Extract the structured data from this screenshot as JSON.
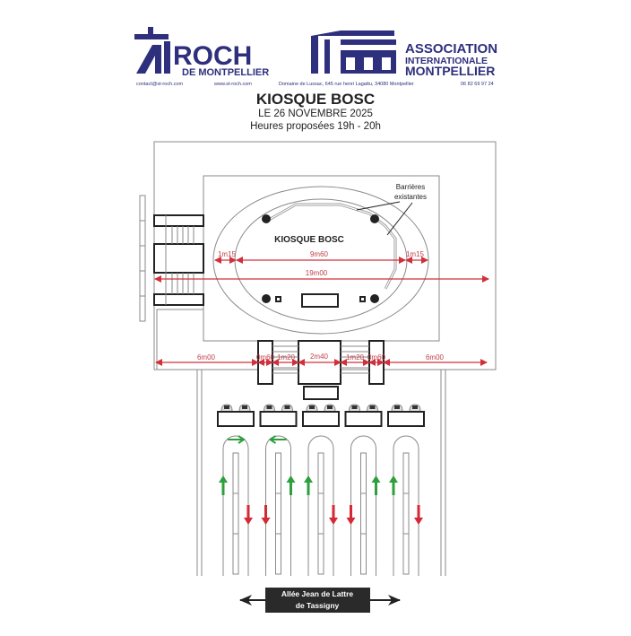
{
  "header": {
    "logo_left": {
      "line1": "ROCH",
      "line2": "DE MONTPELLIER",
      "monogram": "St"
    },
    "logo_right": {
      "line1": "ASSOCIATION",
      "line2": "INTERNATIONALE",
      "line3": "MONTPELLIER"
    },
    "contact": {
      "email": "contact@st-roch.com",
      "website": "www.st-roch.com",
      "address": "Domaine de Lussac, 645 rue henri Lagattu, 34080 Montpellier",
      "phone": "06 82 69 97 24"
    },
    "brand_color": "#2e2f7d"
  },
  "title": {
    "main": "KIOSQUE BOSC",
    "date": "LE 26 NOVEMBRE 2025",
    "hours": "Heures proposées 19h - 20h"
  },
  "plan": {
    "kiosque_label": "KIOSQUE BOSC",
    "barriers_label_1": "Barrières",
    "barriers_label_2": "existantes",
    "dims_top": {
      "left": "1m15",
      "center": "9m60",
      "right": "1m15",
      "total": "19m00"
    },
    "dims_bottom": [
      "6m00",
      "0m60",
      "1m20",
      "2m40",
      "1m20",
      "0m60",
      "6m00"
    ],
    "street_line1": "Allée Jean de Lattre",
    "street_line2": "de Tassigny",
    "dimension_color": "#d0303a",
    "arrow_up_color": "#2e9e3e",
    "arrow_down_color": "#d42a35",
    "lanes": [
      {
        "left": "up",
        "right": "down",
        "top": "right"
      },
      {
        "left": "down",
        "right": "up",
        "top": "left"
      },
      {
        "left": "up",
        "right": "down",
        "top": ""
      },
      {
        "left": "down",
        "right": "up",
        "top": ""
      },
      {
        "left": "up",
        "right": "down",
        "top": ""
      }
    ]
  }
}
